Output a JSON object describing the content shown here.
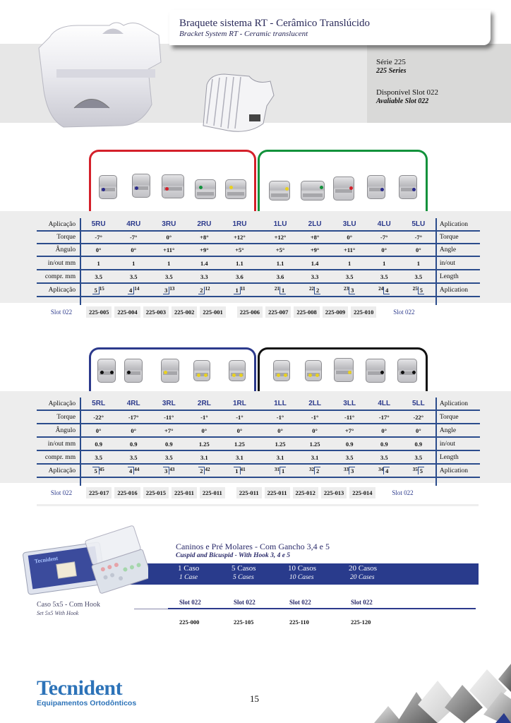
{
  "header": {
    "title": "Braquete sistema RT - Cerâmico Translúcido",
    "subtitle": "Bracket System RT - Ceramic translucent",
    "series_pt": "Série 225",
    "series_en": "225 Series",
    "slot_pt": "Disponível Slot 022",
    "slot_en": "Avaliable Slot 022"
  },
  "colors": {
    "upper_right_frame": "#d4202a",
    "upper_left_frame": "#12923b",
    "lower_right_frame": "#2c3a8c",
    "lower_left_frame": "#111111",
    "table_lines": "#2b4c8c",
    "accent_blue": "#293b8c",
    "logo_blue": "#2d73b8"
  },
  "upper": {
    "row_labels_pt": [
      "Aplicação",
      "Torque",
      "Ângulo",
      "in/out mm",
      "compr. mm",
      "Aplicação"
    ],
    "row_labels_en": [
      "Aplication",
      "Torque",
      "Angle",
      "in/out",
      "Length",
      "Aplication"
    ],
    "dot_colors": [
      "#2c2c8c",
      "#2c2c8c",
      "#d4202a",
      "#12923b",
      "#e8d020",
      "#e8d020",
      "#12923b",
      "#d4202a",
      "#2c2c8c",
      "#2c2c8c"
    ],
    "columns": [
      "5RU",
      "4RU",
      "3RU",
      "2RU",
      "1RU",
      "1LU",
      "2LU",
      "3LU",
      "4LU",
      "5LU"
    ],
    "torque": [
      "-7°",
      "-7°",
      "0°",
      "+8°",
      "+12°",
      "+12°",
      "+8°",
      "0°",
      "-7°",
      "-7°"
    ],
    "angle": [
      "0°",
      "0°",
      "+11°",
      "+9°",
      "+5°",
      "+5°",
      "+9°",
      "+11°",
      "0°",
      "0°"
    ],
    "inout": [
      "1",
      "1",
      "1",
      "1.4",
      "1.1",
      "1.1",
      "1.4",
      "1",
      "1",
      "1"
    ],
    "length": [
      "3.5",
      "3.5",
      "3.5",
      "3.3",
      "3.6",
      "3.6",
      "3.3",
      "3.5",
      "3.5",
      "3.5"
    ],
    "app_quadrant": [
      "5",
      "4",
      "3",
      "2",
      "1",
      "1",
      "2",
      "3",
      "4",
      "5"
    ],
    "app_tooth": [
      "15",
      "14",
      "13",
      "12",
      "11",
      "21",
      "22",
      "23",
      "24",
      "25"
    ],
    "slot_label": "Slot 022",
    "codes": [
      "225-005",
      "225-004",
      "225-003",
      "225-002",
      "225-001",
      "225-006",
      "225-007",
      "225-008",
      "225-009",
      "225-010"
    ]
  },
  "lower": {
    "row_labels_pt": [
      "Aplicação",
      "Torque",
      "Ângulo",
      "in/out mm",
      "compr. mm",
      "Aplicação"
    ],
    "row_labels_en": [
      "Aplication",
      "Torque",
      "Angle",
      "in/out",
      "Length",
      "Aplication"
    ],
    "columns": [
      "5RL",
      "4RL",
      "3RL",
      "2RL",
      "1RL",
      "1LL",
      "2LL",
      "3LL",
      "4LL",
      "5LL"
    ],
    "torque": [
      "-22°",
      "-17°",
      "-11°",
      "-1°",
      "-1°",
      "-1°",
      "-1°",
      "-11°",
      "-17°",
      "-22°"
    ],
    "angle": [
      "0°",
      "0°",
      "+7°",
      "0°",
      "0°",
      "0°",
      "0°",
      "+7°",
      "0°",
      "0°"
    ],
    "inout": [
      "0.9",
      "0.9",
      "0.9",
      "1.25",
      "1.25",
      "1.25",
      "1.25",
      "0.9",
      "0.9",
      "0.9"
    ],
    "length": [
      "3.5",
      "3.5",
      "3.5",
      "3.1",
      "3.1",
      "3.1",
      "3.1",
      "3.5",
      "3.5",
      "3.5"
    ],
    "app_quadrant": [
      "5",
      "4",
      "3",
      "2",
      "1",
      "1",
      "2",
      "3",
      "4",
      "5"
    ],
    "app_tooth": [
      "45",
      "44",
      "43",
      "42",
      "41",
      "31",
      "32",
      "33",
      "34",
      "35"
    ],
    "slot_label": "Slot 022",
    "codes": [
      "225-017",
      "225-016",
      "225-015",
      "225-011",
      "225-011",
      "225-011",
      "225-011",
      "225-012",
      "225-013",
      "225-014"
    ]
  },
  "kit": {
    "caption_pt": "Caso 5x5 - Com Hook",
    "caption_en": "Set 5x5 With Hook",
    "title_pt": "Caninos e Pré Molares - Com Gancho 3,4 e 5",
    "title_en": "Cuspid and Bicuspid - With Hook  3, 4 e 5",
    "options": [
      {
        "pt": "1 Caso",
        "en": "1 Case",
        "slot": "Slot 022",
        "code": "225-000"
      },
      {
        "pt": "5 Casos",
        "en": "5 Cases",
        "slot": "Slot 022",
        "code": "225-105"
      },
      {
        "pt": "10 Casos",
        "en": "10 Cases",
        "slot": "Slot 022",
        "code": "225-110"
      },
      {
        "pt": "20 Casos",
        "en": "20 Cases",
        "slot": "Slot 022",
        "code": "225-120"
      }
    ]
  },
  "footer": {
    "logo": "Tecnident",
    "logo_sub": "Equipamentos Ortodônticos",
    "page_number": "15"
  }
}
